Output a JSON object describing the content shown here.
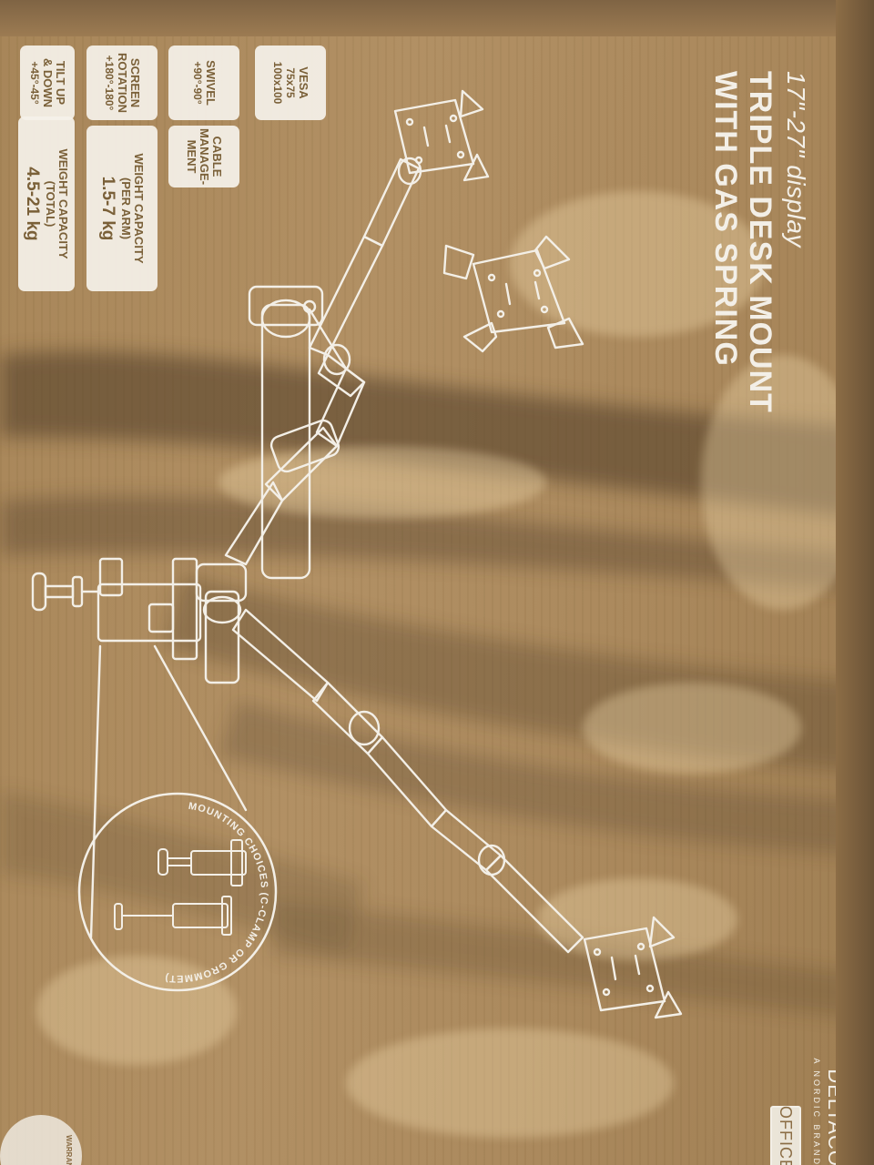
{
  "box": {
    "display_size": "17\"-27\" display",
    "title_line_1": "TRIPLE DESK MOUNT",
    "title_line_2": "WITH GAS SPRING",
    "brand": "DELTACO",
    "brand_tagline": "A NORDIC BRAND",
    "category": "OFFICE",
    "mounting_choices": "MOUNTING CHOICES (C-CLAMP OR GROMMET)",
    "warranty_text": "WARRANTY"
  },
  "specs": {
    "vesa": {
      "label": "VESA",
      "values": [
        "75x75",
        "100x100"
      ]
    },
    "swivel": {
      "label": "SWIVEL",
      "value": "+90°-90°"
    },
    "rotation": {
      "label_1": "SCREEN",
      "label_2": "ROTATION",
      "value": "+180°-180°"
    },
    "tilt": {
      "label_1": "TILT UP",
      "label_2": "& DOWN",
      "value": "+45°-45°"
    },
    "cable": {
      "label_1": "CABLE",
      "label_2": "MANAGE-",
      "label_3": "MENT"
    },
    "weight_per_arm": {
      "label_1": "WEIGHT CAPACITY",
      "label_2": "(PER ARM)",
      "value": "1.5-7 kg"
    },
    "weight_total": {
      "label_1": "WEIGHT CAPACITY",
      "label_2": "(TOTAL)",
      "value": "4.5-21 kg"
    }
  },
  "colors": {
    "cardboard": "#a98658",
    "print": "#f3efe7",
    "shadow": "#5a4630"
  }
}
